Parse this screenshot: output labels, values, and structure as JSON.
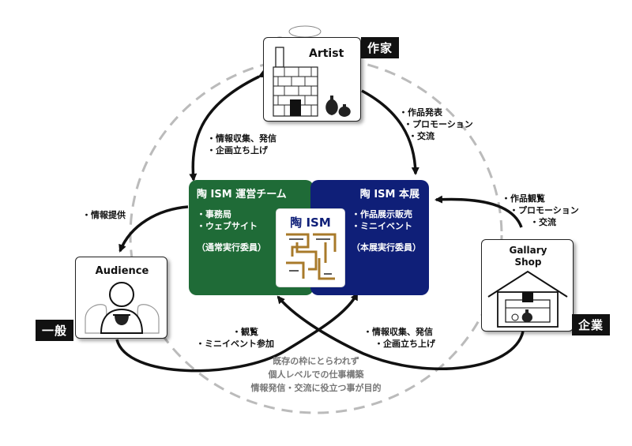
{
  "artist": {
    "name": "Artist",
    "tag": "作家"
  },
  "audience": {
    "name": "Audience",
    "tag": "一般"
  },
  "gallery": {
    "name_line1": "Gallary",
    "name_line2": "Shop",
    "tag": "企業"
  },
  "team_panel": {
    "title": "陶 ISM 運営チーム",
    "items": [
      "・事務局",
      "・ウェブサイト"
    ],
    "committee": "（通常実行委員）",
    "color": "#1f6b37"
  },
  "exhibit_panel": {
    "title": "陶 ISM 本展",
    "items": [
      "・作品展示販売",
      "・ミニイベント"
    ],
    "committee": "（本展実行委員）",
    "color": "#0f1f78"
  },
  "logo": {
    "text": "陶 ISM"
  },
  "arrow_labels": {
    "artist_team": [
      "・情報収集、発信",
      "・企画立ち上げ"
    ],
    "artist_exhibit": [
      "・作品発表",
      "・プロモーション",
      "・交流"
    ],
    "team_audience": [
      "・情報提供"
    ],
    "gallery_exhibit": [
      "・作品観覧",
      "・プロモーション",
      "・交流"
    ],
    "audience_exhibit": [
      "・観覧",
      "・ミニイベント参加"
    ],
    "gallery_team": [
      "・情報収集、発信",
      "・企画立ち上げ"
    ]
  },
  "center_caption": [
    "既存の枠にとらわれず",
    "個人レベルでの仕事構築",
    "情報発信・交流に役立つ事が目的"
  ]
}
